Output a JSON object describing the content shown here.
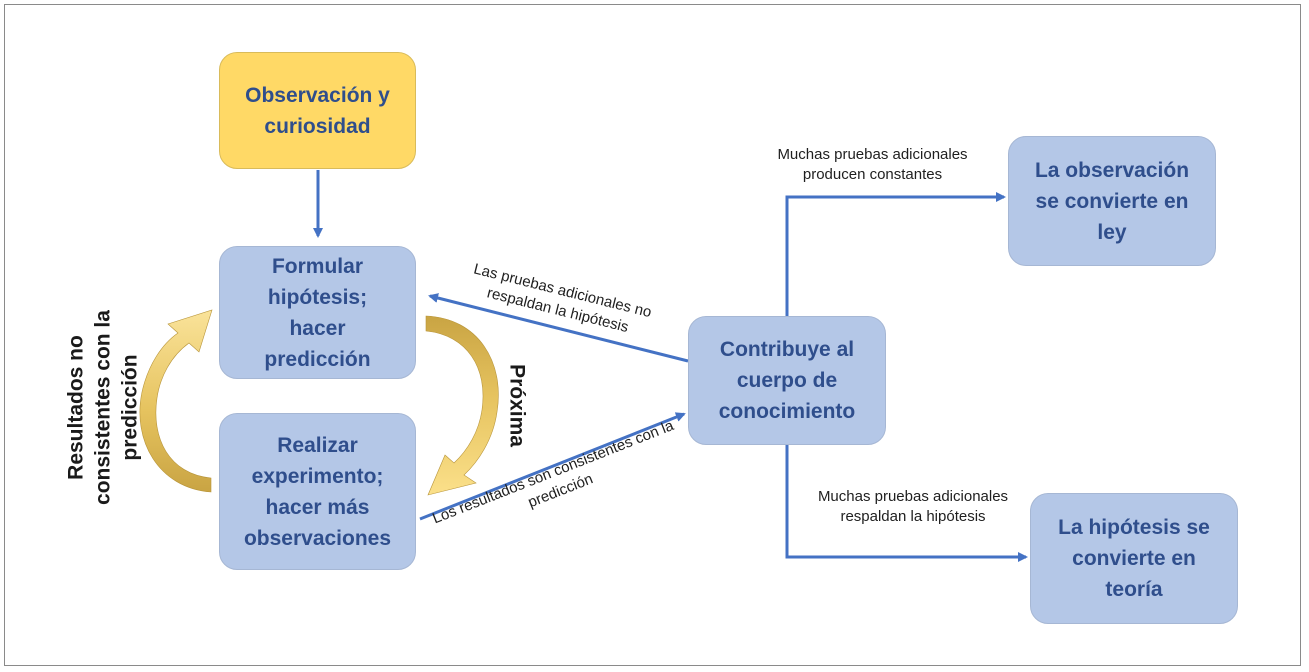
{
  "nodes": {
    "observation": "Observación y curiosidad",
    "hypothesis": "Formular hipótesis; hacer predicción",
    "experiment": "Realizar experimento; hacer más observaciones",
    "knowledge": "Contribuye al cuerpo de conocimiento",
    "law": "La observación se convierte en ley",
    "theory": "La hipótesis se convierte en teoría"
  },
  "labels": {
    "left_cycle": "Resultados no consistentes con la predicción",
    "next": "Próxima",
    "support_back": "Las pruebas adicionales no respaldan la hipótesis",
    "consistent": "Los resultados son consistentes con la predicción",
    "to_law": "Muchas pruebas adicionales producen constantes",
    "to_theory": "Muchas pruebas adicionales respaldan la hipótesis"
  },
  "colors": {
    "node_blue": "#b4c7e7",
    "node_yellow": "#ffd966",
    "node_text": "#2f4e8c",
    "connector": "#4472c4",
    "cycle_arrow": "#f4d36b"
  }
}
